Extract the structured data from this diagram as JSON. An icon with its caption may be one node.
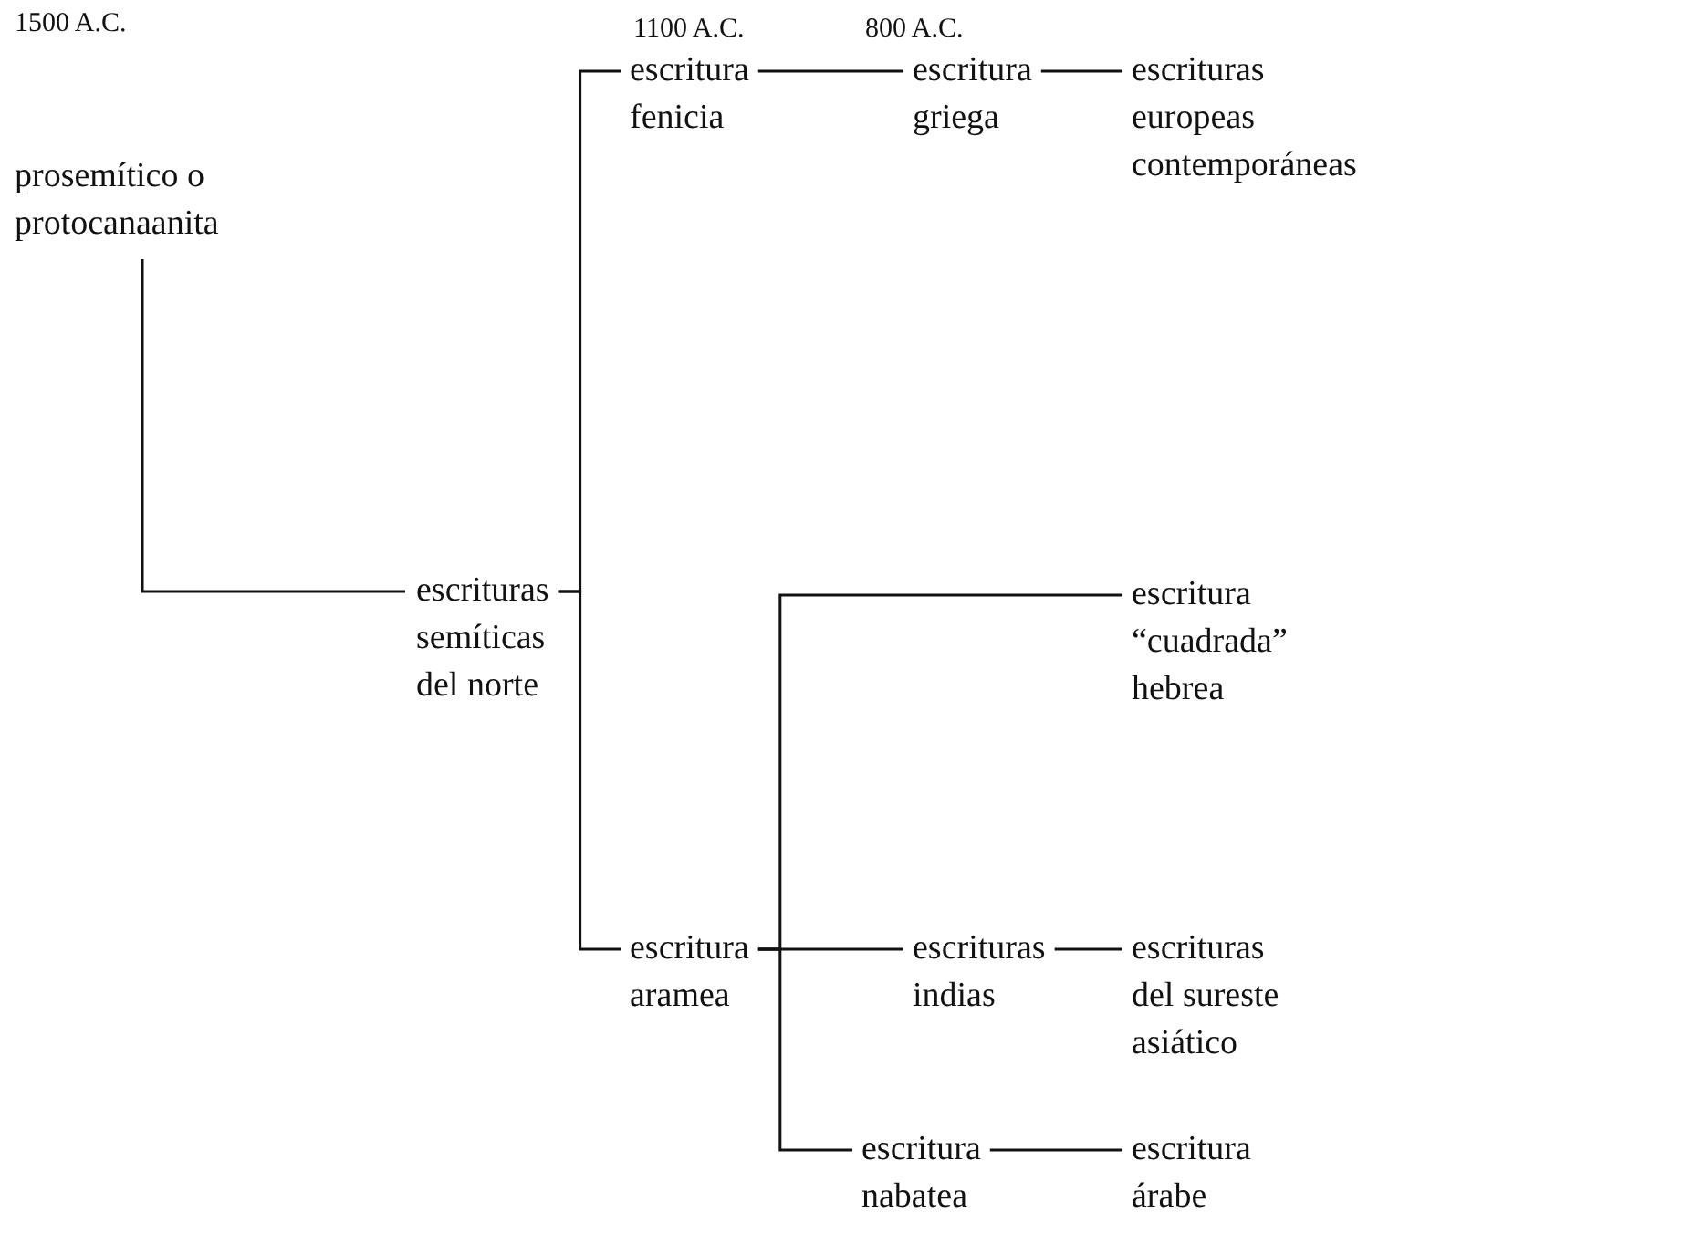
{
  "diagram": {
    "nodes": [
      {
        "text": [
          "prosemítico o protocanaanita"
        ]
      },
      {
        "text": [
          "escrituras semíticas del norte"
        ]
      },
      {
        "text": [
          "escritura fenicia"
        ]
      },
      {
        "text": [
          "escritura griega"
        ]
      },
      {
        "text": [
          "escrituras europeas contemporáneas"
        ]
      },
      {
        "text": [
          "escritura “cuadrada” hebrea"
        ]
      },
      {
        "text": [
          "escritura aramea"
        ]
      },
      {
        "text": [
          "escrituras indias"
        ]
      },
      {
        "text": [
          "escrituras del sureste asiático"
        ]
      },
      {
        "text": [
          "escritura nabatea"
        ]
      },
      {
        "text": [
          "escritura árabe"
        ]
      }
    ],
    "edges": [
      {
        "from": 0,
        "to": 1,
        "arrow": "none"
      },
      {
        "from": 1,
        "to": 2,
        "arrow": "none"
      },
      {
        "from": 2,
        "to": 3,
        "arrow": "none"
      },
      {
        "from": 3,
        "to": 4,
        "arrow": "none"
      },
      {
        "from": 1,
        "to": 6,
        "arrow": "none"
      },
      {
        "from": 6,
        "to": 5,
        "arrow": "none"
      },
      {
        "from": 6,
        "to": 7,
        "arrow": "none"
      },
      {
        "from": 7,
        "to": 8,
        "arrow": "none"
      },
      {
        "from": 6,
        "to": 9,
        "arrow": "none"
      },
      {
        "from": 9,
        "to": 10,
        "arrow": "none"
      }
    ],
    "labels": [
      "1500 A.C.",
      "1100 A.C.",
      "800 A.C."
    ]
  }
}
